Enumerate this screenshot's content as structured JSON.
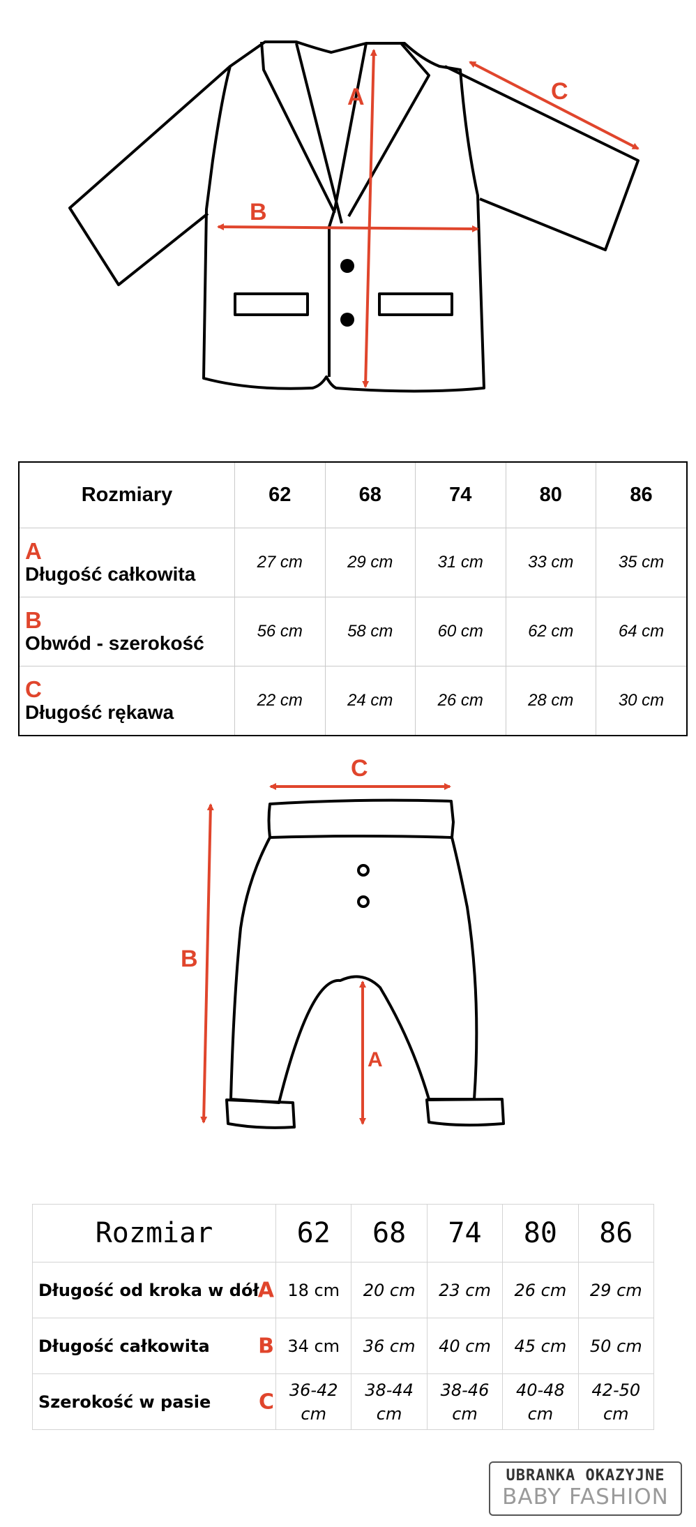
{
  "jacket_diagram": {
    "labels": [
      "A",
      "B",
      "C"
    ]
  },
  "jacket_table": {
    "header": [
      "Rozmiary",
      "62",
      "68",
      "74",
      "80",
      "86"
    ],
    "rows": [
      {
        "letter": "A",
        "name": "Długość całkowita",
        "values": [
          "27 cm",
          "29 cm",
          "31 cm",
          "33 cm",
          "35 cm"
        ]
      },
      {
        "letter": "B",
        "name": "Obwód - szerokość",
        "values": [
          "56 cm",
          "58 cm",
          "60 cm",
          "62 cm",
          "64 cm"
        ]
      },
      {
        "letter": "C",
        "name": "Długość rękawa",
        "values": [
          "22 cm",
          "24 cm",
          "26 cm",
          "28 cm",
          "30 cm"
        ]
      }
    ]
  },
  "pants_diagram": {
    "labels": [
      "C",
      "B",
      "A"
    ]
  },
  "pants_table": {
    "header": [
      "Rozmiar",
      "62",
      "68",
      "74",
      "80",
      "86"
    ],
    "rows": [
      {
        "letter": "A",
        "name": "Długość od kroka w dół",
        "values": [
          "18 cm",
          "20 cm",
          "23 cm",
          "26 cm",
          "29 cm"
        ]
      },
      {
        "letter": "B",
        "name": "Długość całkowita",
        "values": [
          "34 cm",
          "36 cm",
          "40 cm",
          "45 cm",
          "50 cm"
        ]
      },
      {
        "letter": "C",
        "name": "Szerokość w pasie",
        "values": [
          "36-42 cm",
          "38-44 cm",
          "38-46 cm",
          "40-48 cm",
          "42-50 cm"
        ]
      }
    ]
  },
  "logo": {
    "line1": "UBRANKA OKAZYJNE",
    "line2": "BABY FASHION"
  },
  "colors": {
    "accent": "#e0452c",
    "ink": "#000000"
  }
}
